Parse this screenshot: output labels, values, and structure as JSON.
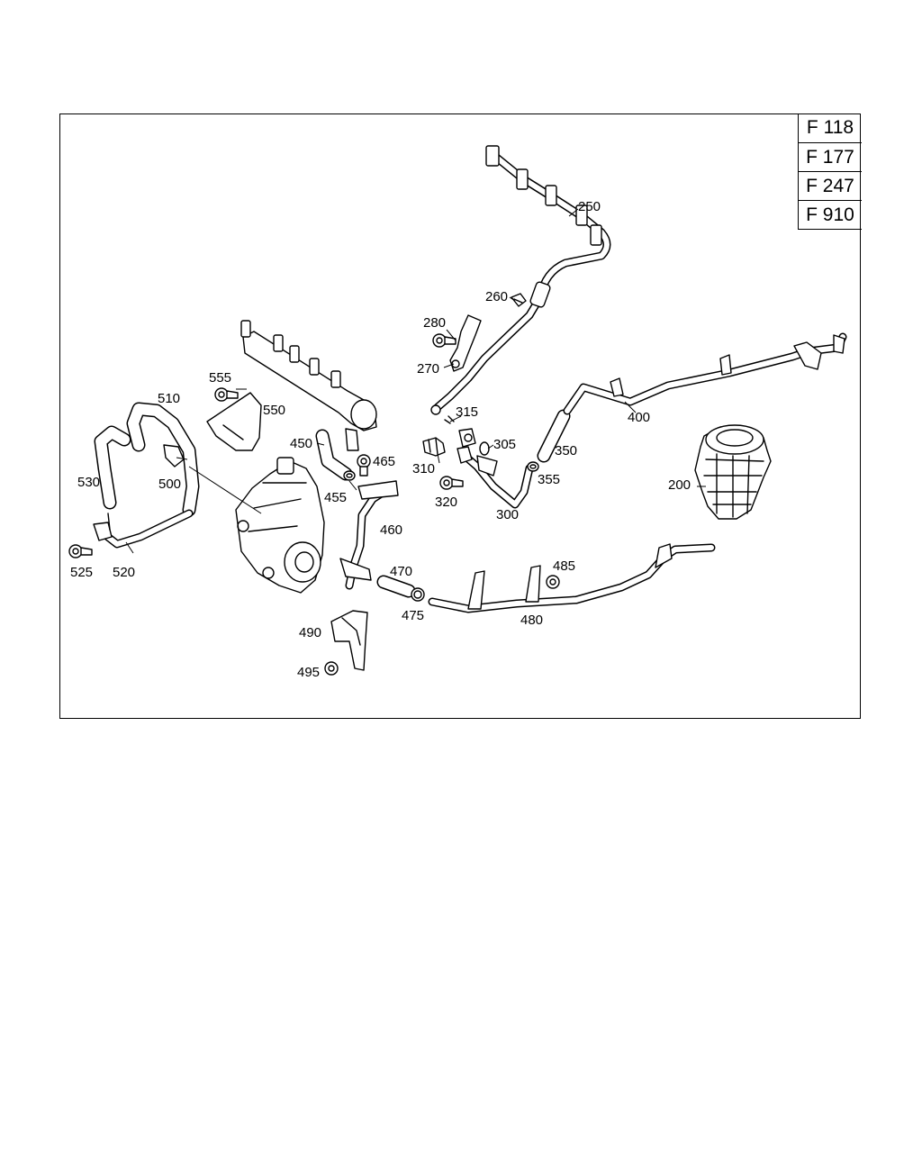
{
  "reference_codes": [
    "F 118",
    "F 177",
    "F 247",
    "F 910"
  ],
  "part_numbers": {
    "p200": "200",
    "p250": "250",
    "p260": "260",
    "p270": "270",
    "p280": "280",
    "p300": "300",
    "p305": "305",
    "p310": "310",
    "p315": "315",
    "p320": "320",
    "p350": "350",
    "p355": "355",
    "p400": "400",
    "p450": "450",
    "p455": "455",
    "p460": "460",
    "p465": "465",
    "p470": "470",
    "p475": "475",
    "p480": "480",
    "p485": "485",
    "p490": "490",
    "p495": "495",
    "p500": "500",
    "p510": "510",
    "p520": "520",
    "p525": "525",
    "p530": "530",
    "p550": "550",
    "p555": "555"
  }
}
